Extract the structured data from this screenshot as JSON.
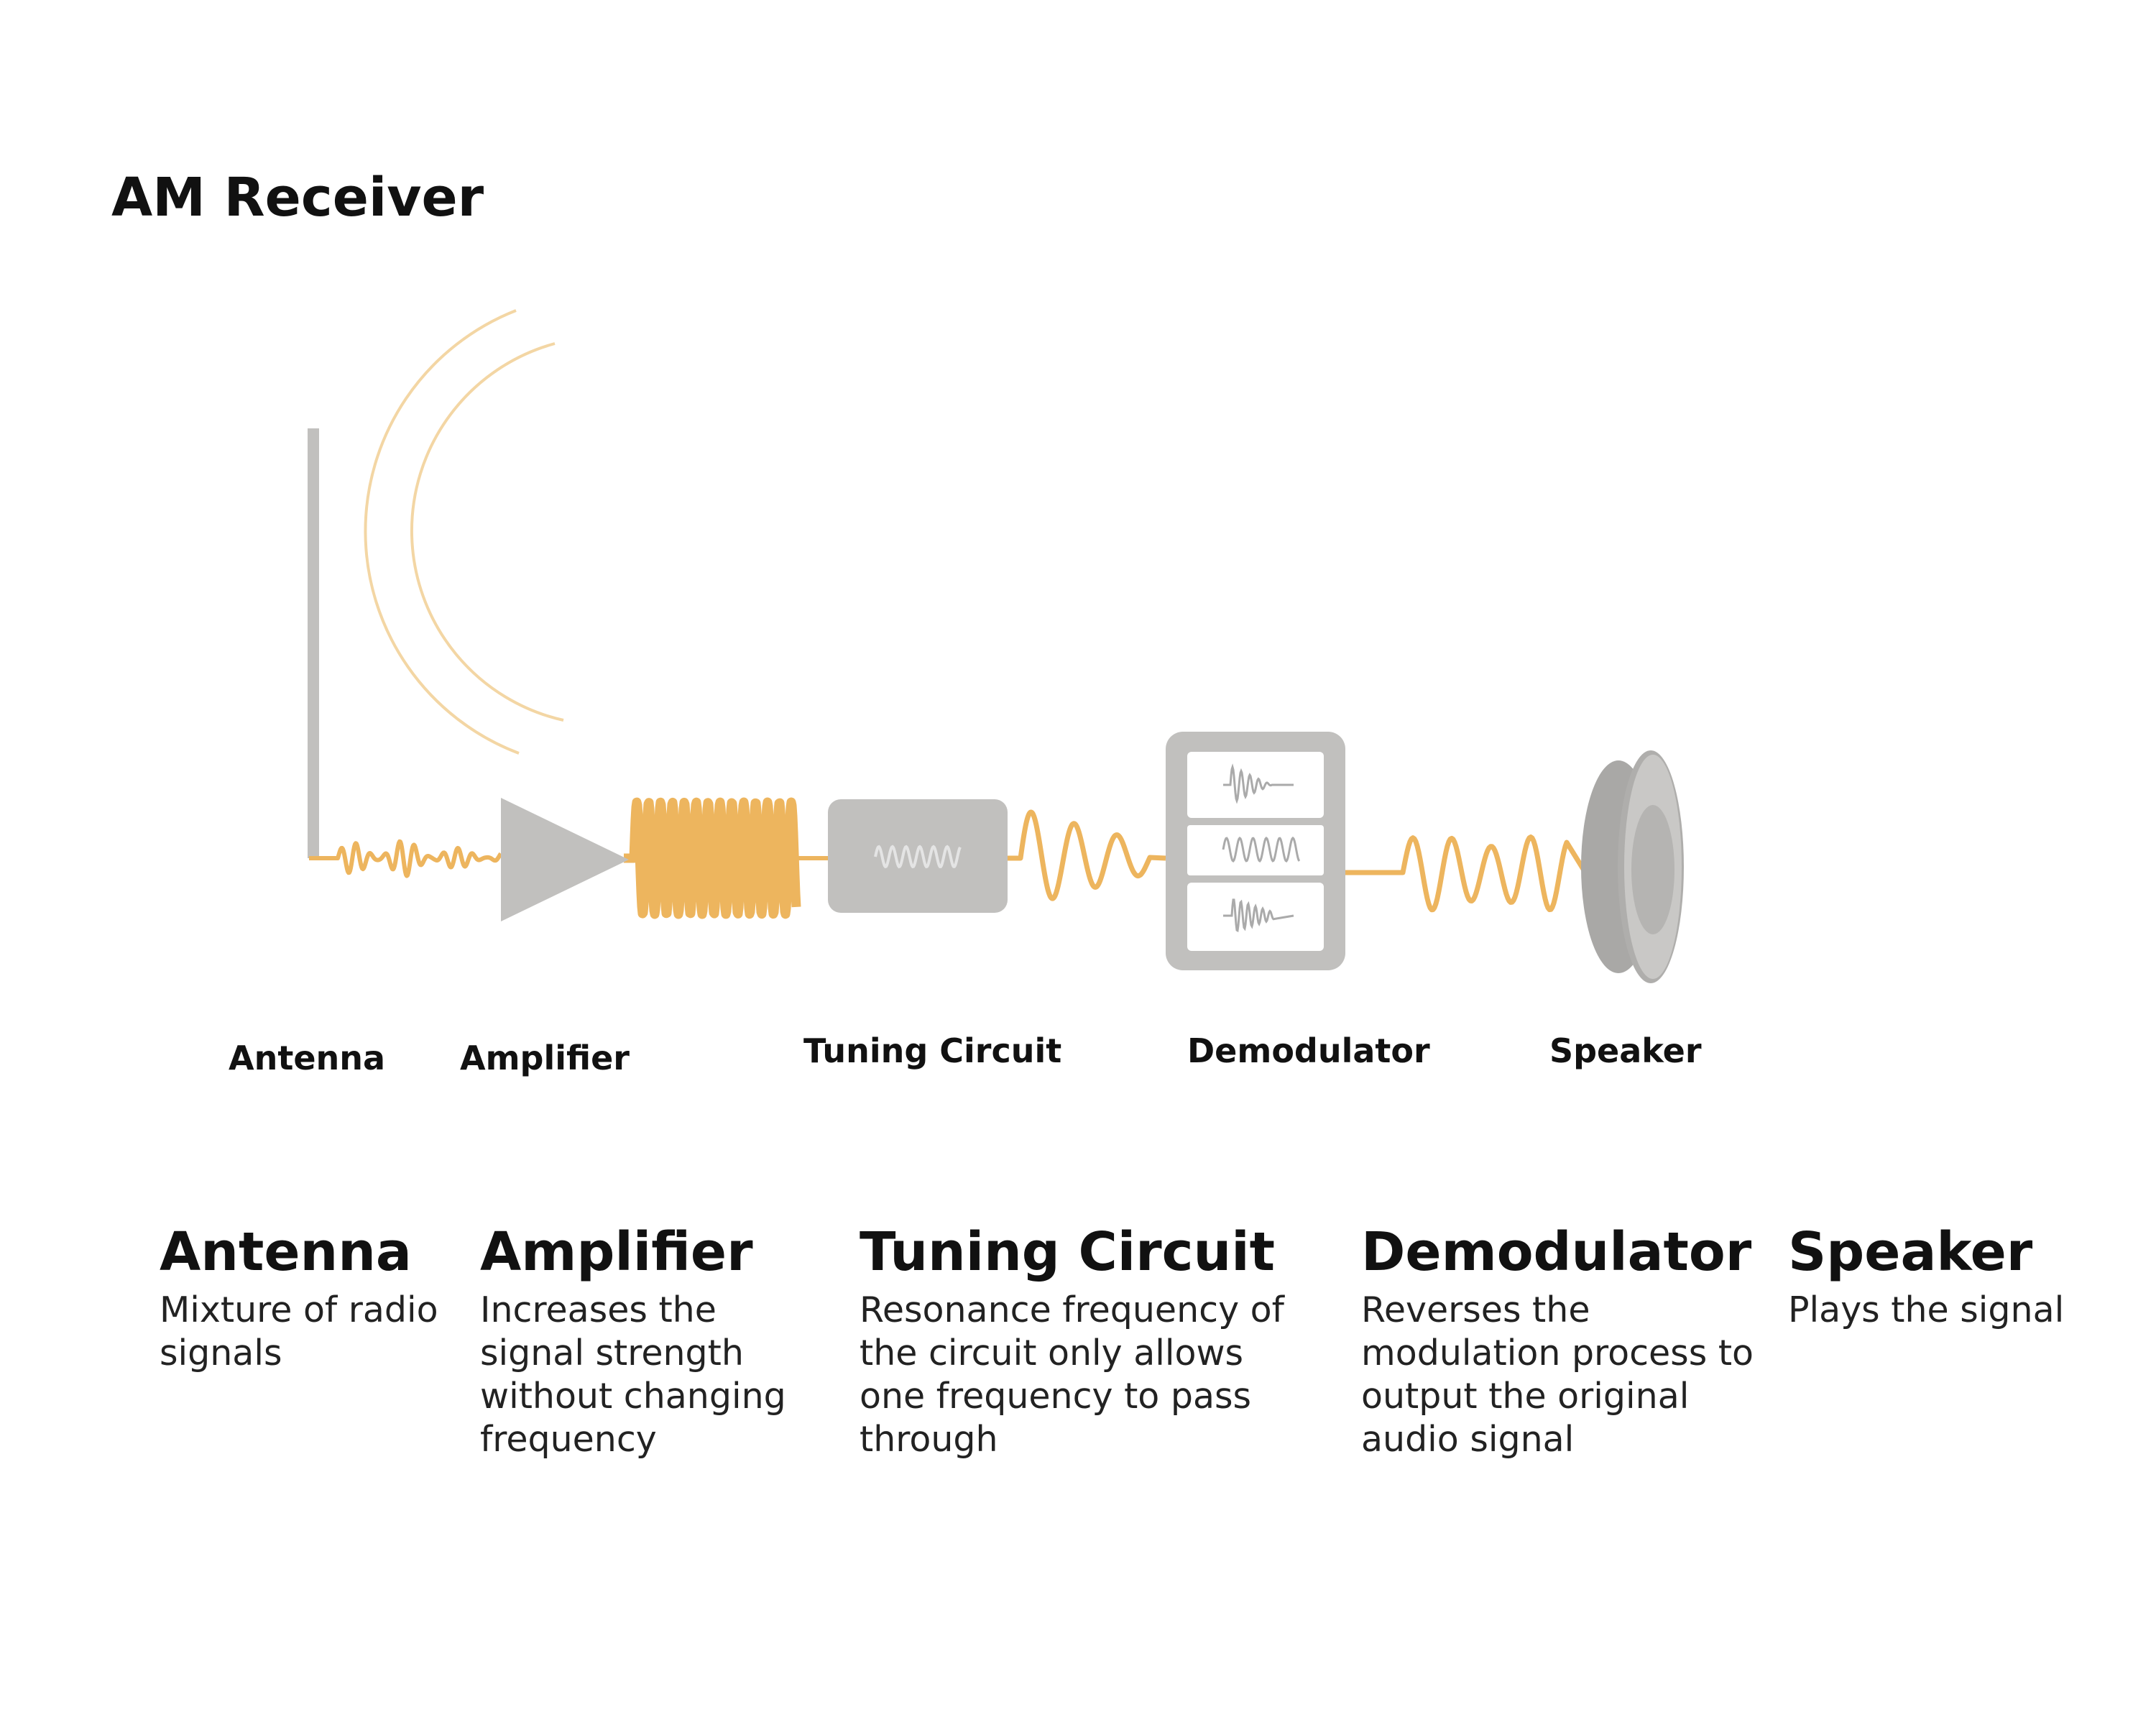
{
  "title": "AM Receiver",
  "colors": {
    "signal": "#EDB55E",
    "radio_wave": "#F3D6A4",
    "component": "#C1C0BE",
    "component_dark": "#A9A8A6",
    "icon_wave": "#AAAAAA"
  },
  "diagram_labels": {
    "antenna": "Antenna",
    "amplifier": "Amplifier",
    "tuning": "Tuning Circuit",
    "demodulator": "Demodulator",
    "speaker": "Speaker"
  },
  "descriptions": [
    {
      "heading": "Antenna",
      "text": "Mixture of radio signals"
    },
    {
      "heading": "Amplifier",
      "text": "Increases the signal strength without changing frequency"
    },
    {
      "heading": "Tuning Circuit",
      "text": "Resonance frequency of the circuit only allows one frequency to pass through"
    },
    {
      "heading": "Demodulator",
      "text": "Reverses the modulation process to output the original audio signal"
    },
    {
      "heading": "Speaker",
      "text": "Plays the signal"
    }
  ]
}
